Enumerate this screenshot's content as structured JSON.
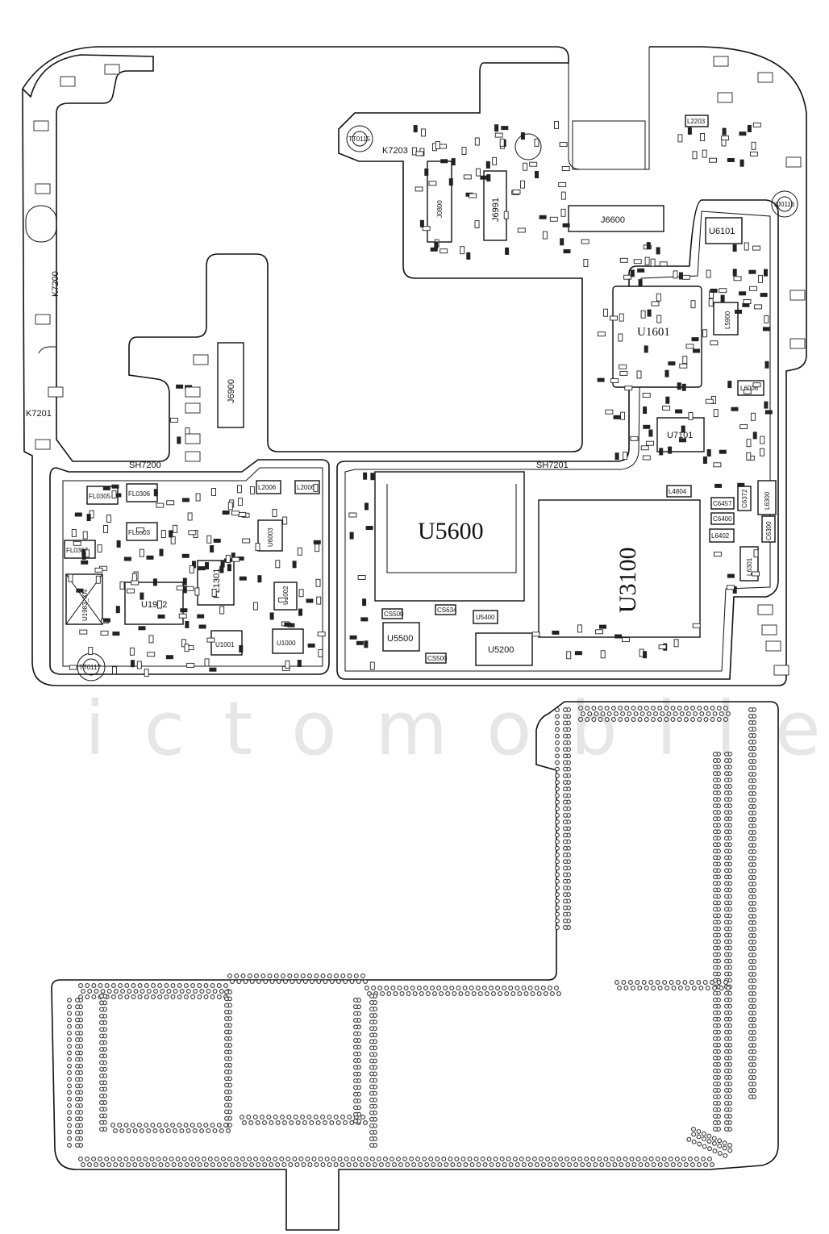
{
  "watermark": "ictomobile",
  "labels": {
    "k7200": "K7200",
    "k7201": "K7201",
    "k7203": "K7203",
    "tt0115": "TT0115",
    "tt0116": "JJ0116",
    "tt0117": "TT0117",
    "j6900": "J6900",
    "j6991": "J6991",
    "j0800": "J0800",
    "j6600": "J6600",
    "u6101": "U6101",
    "u1601": "U1601",
    "l5900": "L5900",
    "l2203": "L2203",
    "l6006": "L6006",
    "u7101": "U7101",
    "sh7200": "SH7200",
    "sh7201": "SH7201",
    "u5600": "U5600",
    "u3100": "U3100",
    "l4804": "L4804",
    "c6457": "C6457",
    "c6400": "C6400",
    "l6402": "L6402",
    "l6300": "L6300",
    "l6301": "L6301",
    "c6372": "C6372",
    "c6300": "C6300",
    "u5500": "U5500",
    "u5200": "U5200",
    "u5400": "U5400",
    "fl0305": "FL0305",
    "fl0306": "FL0306",
    "fl0303": "FL0303",
    "fl0307": "FL0307",
    "u1983": "U1983_XN",
    "u1902": "U1902",
    "fl1301": "FL1301",
    "l2006a": "L2006",
    "l2006b": "L2006",
    "u1001": "U1001",
    "u1000": "U1000",
    "u6003": "U6003",
    "u1002": "U1002",
    "cs500a": "CS500",
    "cs500b": "CS500",
    "cs634": "CS634"
  }
}
